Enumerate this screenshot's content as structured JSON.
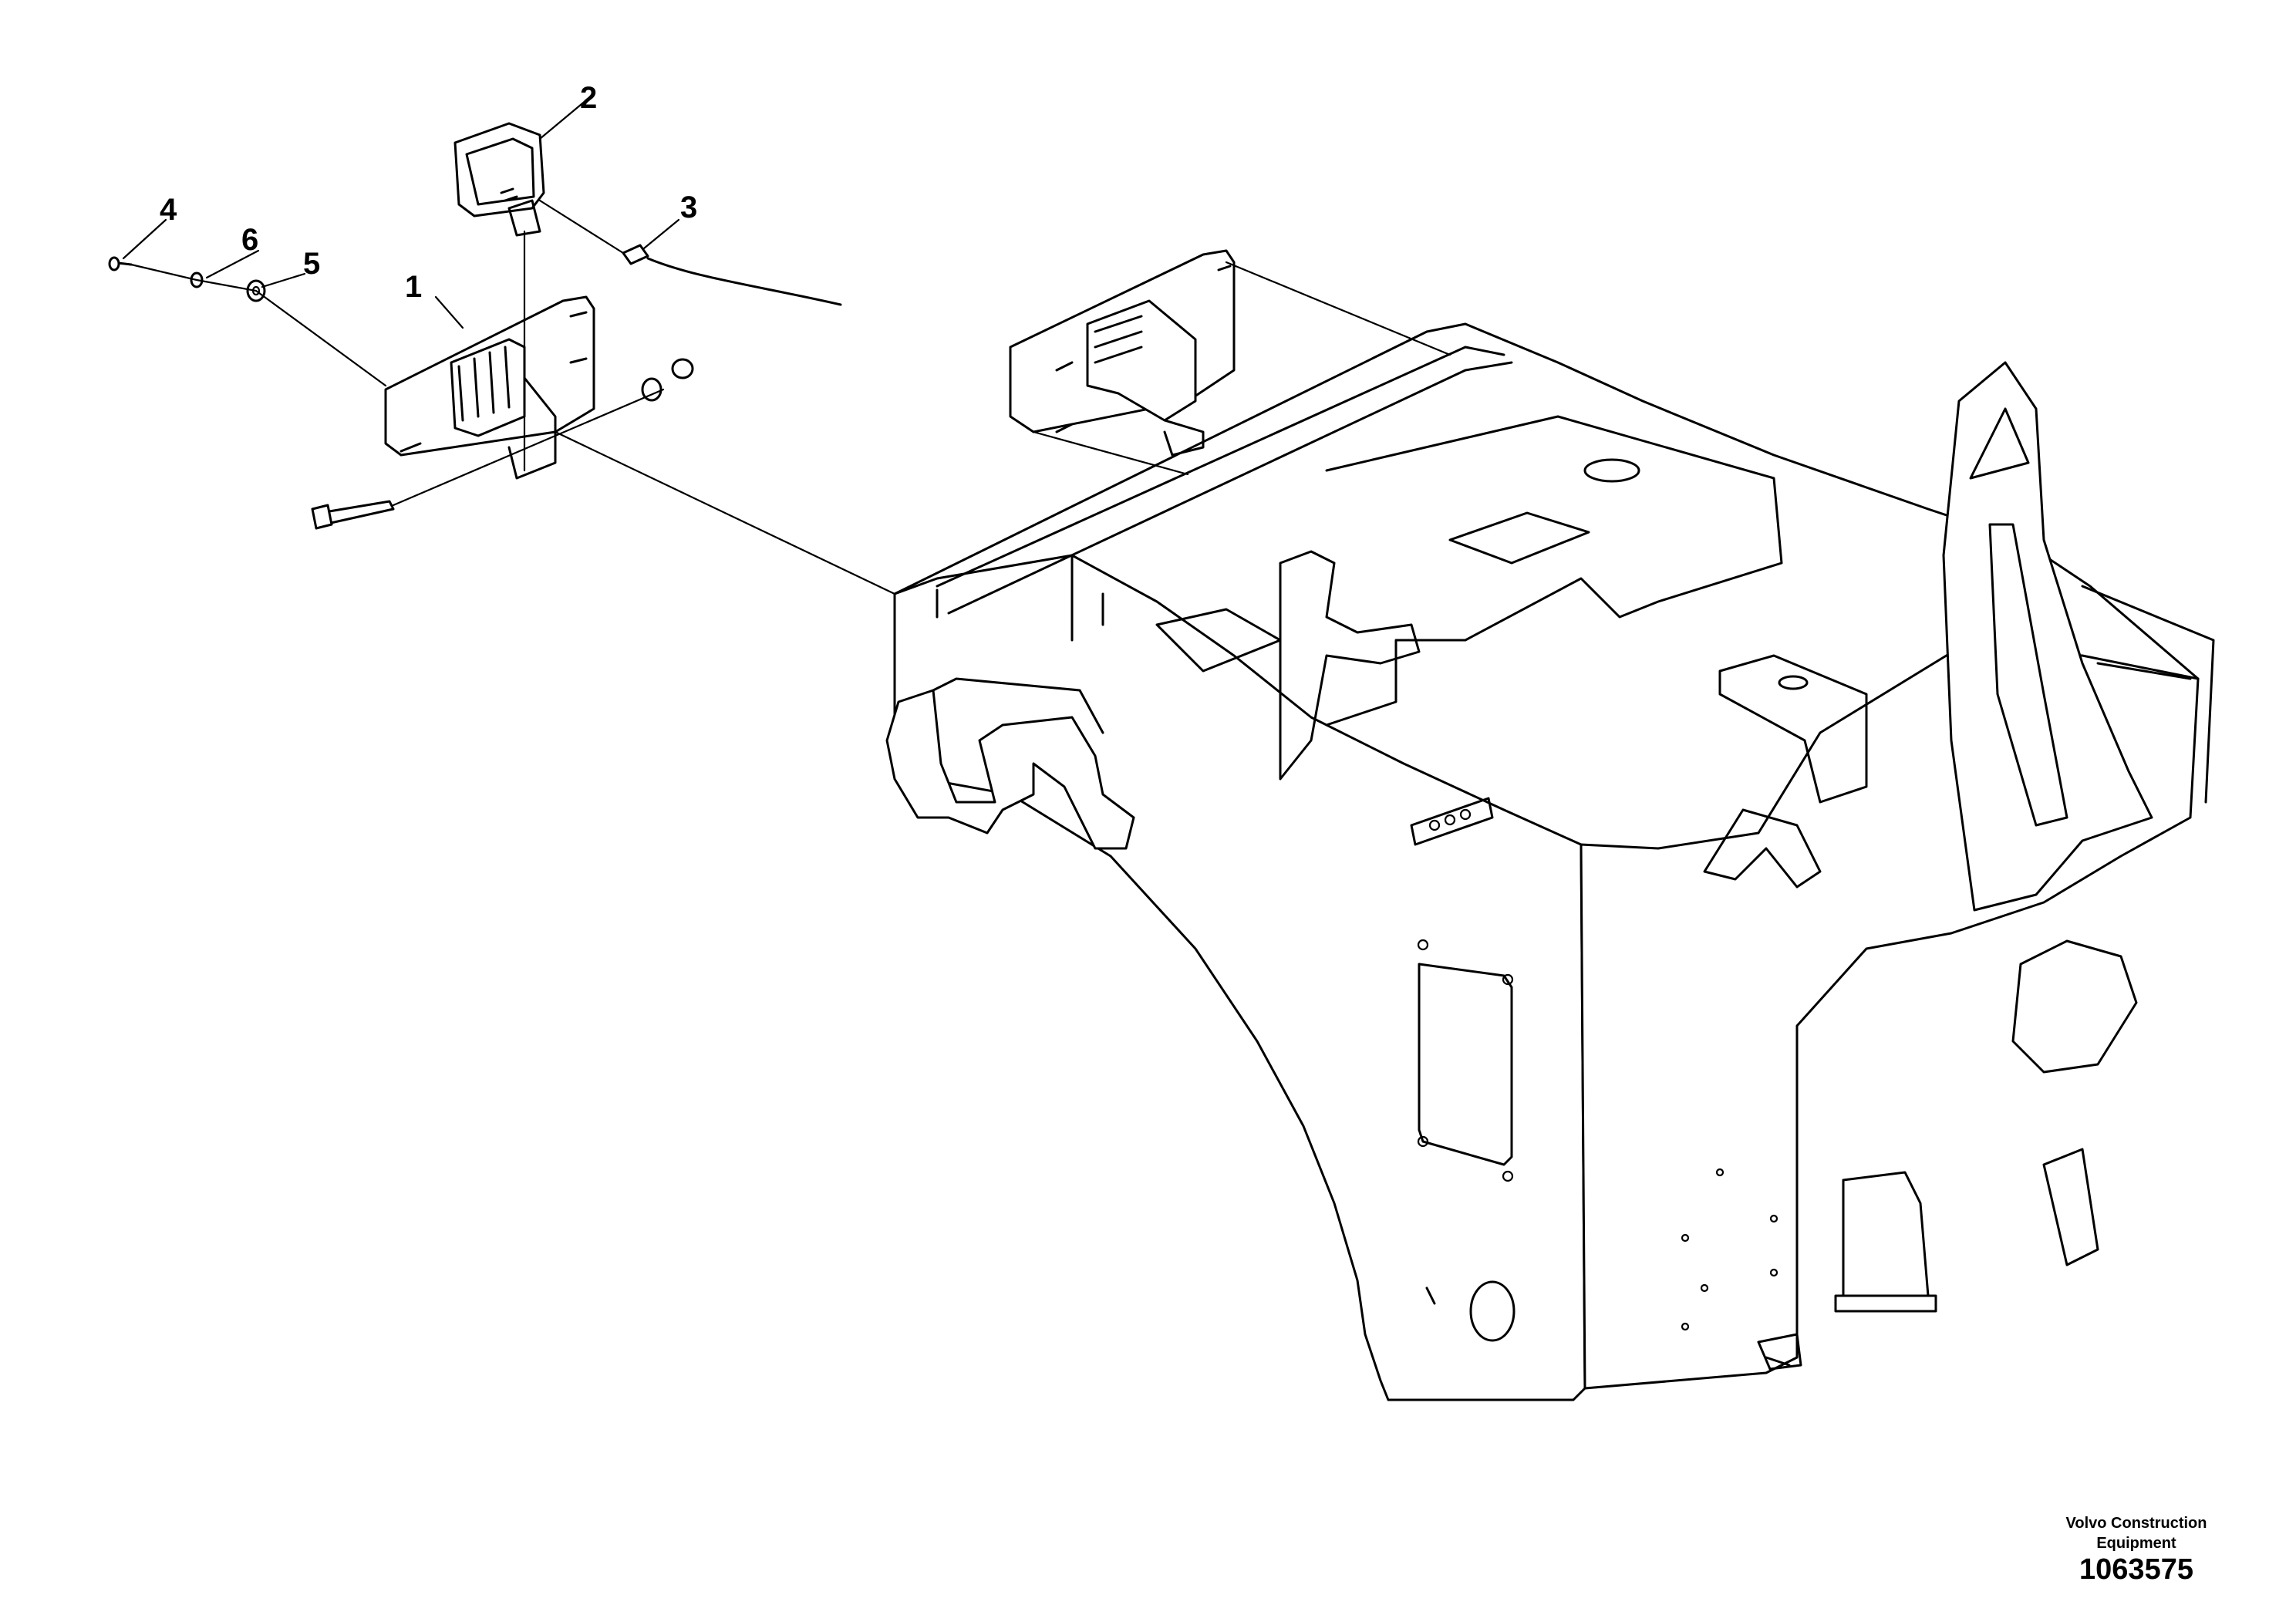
{
  "diagram": {
    "callouts": [
      {
        "id": "1",
        "label": "1"
      },
      {
        "id": "2",
        "label": "2"
      },
      {
        "id": "3",
        "label": "3"
      },
      {
        "id": "4",
        "label": "4"
      },
      {
        "id": "5",
        "label": "5"
      },
      {
        "id": "6",
        "label": "6"
      }
    ]
  },
  "footer": {
    "brand_line1": "Volvo Construction",
    "brand_line2": "Equipment",
    "drawing_number": "1063575"
  }
}
